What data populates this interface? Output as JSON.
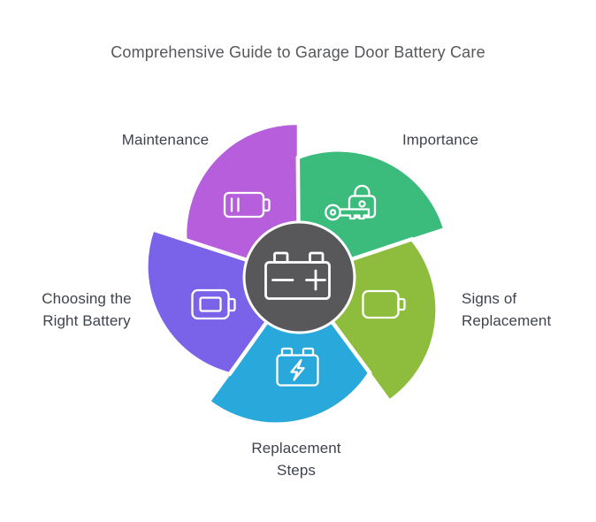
{
  "title": "Comprehensive Guide to Garage Door Battery Care",
  "colors": {
    "background": "#ffffff",
    "title_text": "#56575a",
    "label_text": "#3e434d",
    "petal_stroke": "#ffffff",
    "icon_stroke": "#ffffff"
  },
  "rosette": {
    "center": {
      "icon": "car-battery-icon",
      "color": "#58585a"
    },
    "petals": [
      {
        "label": "Maintenance",
        "label_lines": [
          "Maintenance"
        ],
        "color": "#b65edc",
        "icon": "battery-level-icon",
        "position": "top"
      },
      {
        "label": "Importance",
        "label_lines": [
          "Importance"
        ],
        "color": "#3bbc7d",
        "icon": "lock-key-icon",
        "position": "top-right"
      },
      {
        "label": "Signs of Replacement",
        "label_lines": [
          "Signs of",
          "Replacement"
        ],
        "color": "#8ebc3d",
        "icon": "battery-outline-icon",
        "position": "right"
      },
      {
        "label": "Replacement Steps",
        "label_lines": [
          "Replacement",
          "Steps"
        ],
        "color": "#28a8db",
        "icon": "battery-bolt-icon",
        "position": "bottom"
      },
      {
        "label": "Choosing the Right Battery",
        "label_lines": [
          "Choosing the",
          "Right Battery"
        ],
        "color": "#7a63e8",
        "icon": "battery-cell-icon",
        "position": "left"
      }
    ]
  }
}
